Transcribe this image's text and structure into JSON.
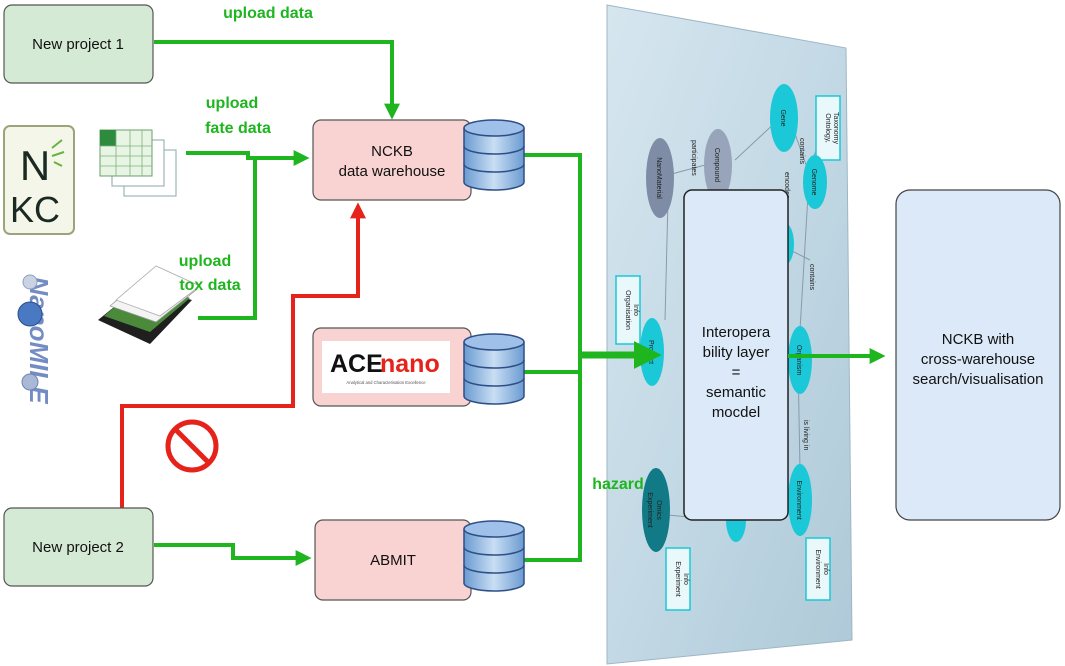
{
  "sources": {
    "project1": "New project 1",
    "project2": "New project 2",
    "nikc_logo": "NIKC",
    "nanomile_logo": "NanoMILE"
  },
  "flows": {
    "upload_data": "upload  data",
    "upload_fate_l1": "upload",
    "upload_fate_l2": "fate data",
    "upload_tox_l1": "upload",
    "upload_tox_l2": "tox data",
    "hazard": "hazard"
  },
  "warehouses": {
    "nckb_l1": "NCKB",
    "nckb_l2": "data warehouse",
    "acenano_ace": "ACE",
    "acenano_nano": "nano",
    "acenano_tagline": "Analytical and Characterisation Excellence",
    "abmit": "ABMIT"
  },
  "layer": {
    "lines": [
      "Interopera",
      "bility layer",
      "=",
      "semantic",
      "mocdel"
    ]
  },
  "ontology": {
    "nanomaterial": "NanoMaterial",
    "compound": "Compound",
    "gene": "Gene",
    "ontology_l1": "Ontology,",
    "ontology_l2": "Taxonomy",
    "genome": "Genome",
    "product": "Product",
    "organism": "Organism",
    "environment": "Environment",
    "omics_l1": "Omics",
    "omics_l2": "Experiment",
    "organisation_l1": "Organisation",
    "organisation_l2": "Info",
    "experiment_l1": "Experiment",
    "experiment_l2": "Info",
    "environment_info_l1": "Environment",
    "environment_info_l2": "Info",
    "participates": "participates",
    "contains_1": "contains",
    "contains_2": "contains",
    "encodes": "encodes",
    "is_living_in": "is living in"
  },
  "result": {
    "lines": [
      "NCKB with",
      "cross-warehouse",
      "search/visualisation"
    ]
  },
  "colors": {
    "green_arrow": "#1fb51f",
    "red_arrow": "#e5231b",
    "source_fill": "#d5ead5",
    "warehouse_fill": "#f9d2d2",
    "layer_fill": "#dbe9f8",
    "ontology_cyan": "#1ac8d8",
    "ontology_grey": "#7e8ca6"
  }
}
